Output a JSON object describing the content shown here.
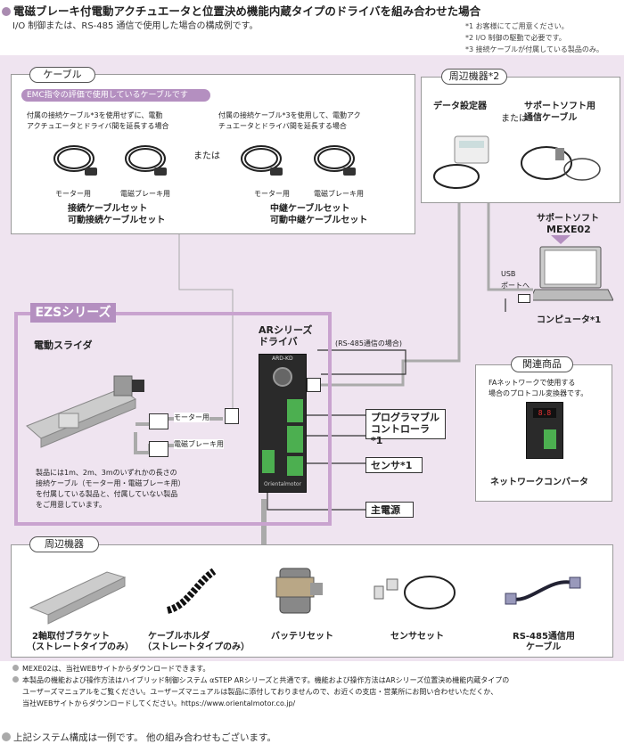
{
  "header": {
    "title": "電磁ブレーキ付電動アクチュエータと位置決め機能内蔵タイプのドライバを組み合わせた場合",
    "subtitle": "I/O 制御または、RS-485 通信で使用した場合の構成例です。",
    "notes": [
      "*1 お客様にてご用意ください。",
      "*2 I/O 制御の駆動で必要です。",
      "*3 接続ケーブルが付属している製品のみ。"
    ]
  },
  "cable": {
    "tab": "ケーブル",
    "emc": "EMC指令の評価で使用しているケーブルです",
    "left_desc": [
      "付属の接続ケーブル*3を使用せずに、電動",
      "アクチュエータとドライバ間を延長する場合"
    ],
    "right_desc": [
      "付属の接続ケーブル*3を使用して、電動アク",
      "チュエータとドライバ間を延長する場合"
    ],
    "or": "または",
    "motor": "モーター用",
    "brake": "電磁ブレーキ用",
    "left_name": [
      "接続ケーブルセット",
      "可動接続ケーブルセット"
    ],
    "right_name": [
      "中継ケーブルセット",
      "可動中継ケーブルセット"
    ]
  },
  "peripheral_top": {
    "tab": "周辺機器*2",
    "data_setter": "データ設定器",
    "or": "または",
    "support_cable": [
      "サポートソフト用",
      "通信ケーブル"
    ]
  },
  "software": {
    "label": "サポートソフト",
    "name": "MEXE02",
    "usb": [
      "USB",
      "ポートへ"
    ],
    "computer": "コンピュータ*1"
  },
  "ezs": {
    "title": "EZSシリーズ",
    "slider": "電動スライダ",
    "motor_line": "モーター用",
    "brake_line": "電磁ブレーキ用",
    "note": [
      "製品には1m、2m、3mのいずれかの長さの",
      "接続ケーブル（モーター用・電磁ブレーキ用）",
      "を付属している製品と、付属していない製品",
      "をご用意しています。"
    ]
  },
  "driver": {
    "title1": "ARシリーズ",
    "title2": "ドライバ",
    "rs485": "(RS-485通信の場合)",
    "model": "ARD-KD",
    "brand": "Orientalmotor"
  },
  "boxes": {
    "plc": [
      "プログラマブル",
      "コントローラ*1"
    ],
    "sensor": "センサ*1",
    "power": "主電源"
  },
  "related": {
    "tab": "関連商品",
    "desc": [
      "FAネットワークで使用する",
      "場合のプロトコル変換器です。"
    ],
    "name": "ネットワークコンバータ",
    "led": "8.8"
  },
  "peripheral_bottom": {
    "tab": "周辺機器",
    "items": [
      {
        "name": [
          "2軸取付ブラケット",
          "（ストレートタイプのみ）"
        ]
      },
      {
        "name": [
          "ケーブルホルダ",
          "（ストレートタイプのみ）"
        ]
      },
      {
        "name": [
          "バッテリセット"
        ]
      },
      {
        "name": [
          "センサセット"
        ]
      },
      {
        "name": [
          "RS-485通信用",
          "ケーブル"
        ]
      }
    ]
  },
  "footnotes": [
    "MEXE02は、当社WEBサイトからダウンロードできます。",
    "本製品の機能および操作方法はハイブリッド制御システム αSTEP ARシリーズと共通です。機能および操作方法はARシリーズ位置決め機能内蔵タイプの",
    "ユーザーズマニュアルをご覧ください。ユーザーズマニュアルは製品に添付しておりませんので、お近くの支店・営業所にお問い合わせいただくか、",
    "当社WEBサイトからダウンロードしてください。https://www.orientalmotor.co.jp/"
  ],
  "bottom_note": "上記システム構成は一例です。 他の組み合わせもございます。",
  "colors": {
    "background": "#efe4f0",
    "accent": "#b48fc0",
    "frame": "#c9a3cf"
  }
}
